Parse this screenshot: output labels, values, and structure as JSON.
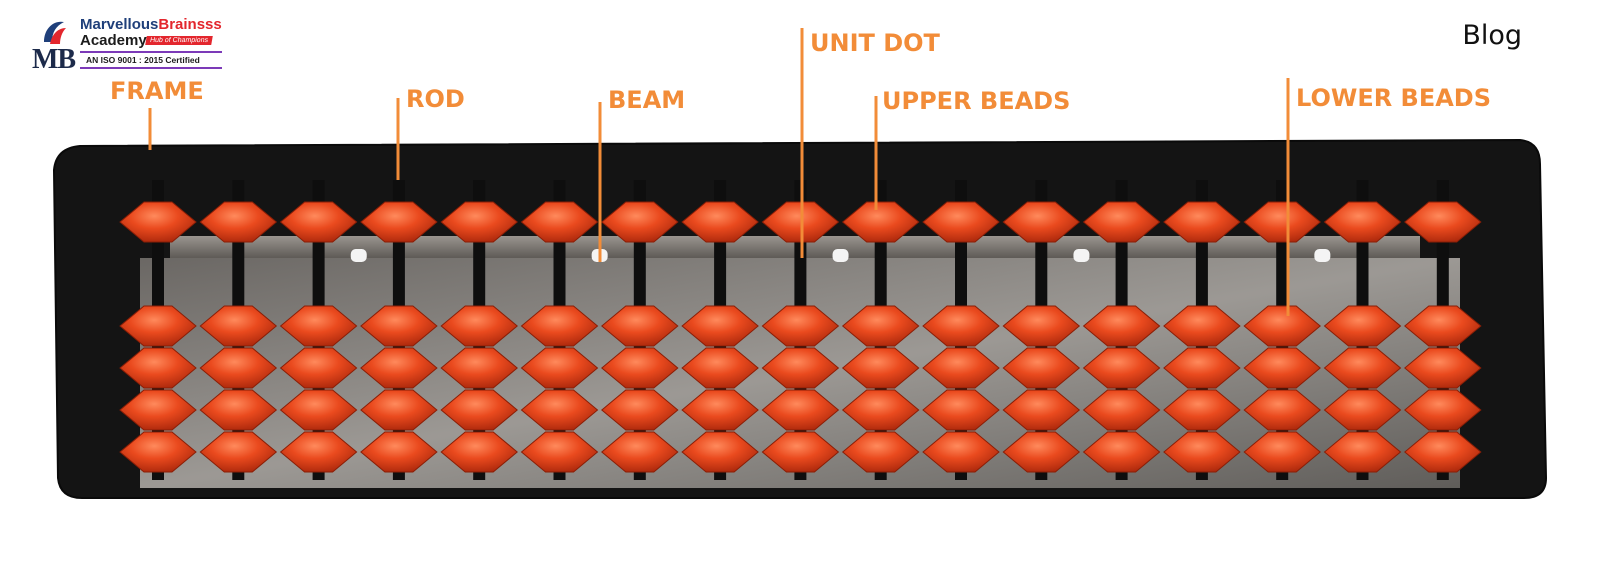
{
  "logo": {
    "brand_part1": "Marvellous",
    "brand_part2": "Brainsss",
    "brand_line2": "Academy",
    "tagline": "Hub of Champions",
    "monogram": "MB",
    "certification": "AN ISO 9001 : 2015 Certified"
  },
  "nav": {
    "blog_label": "Blog"
  },
  "colors": {
    "label": "#f28c38",
    "bead": "#e8431a",
    "frame": "#151515",
    "logo_blue": "#1f3f7a",
    "logo_red": "#e3262d"
  },
  "callouts": [
    {
      "id": "frame",
      "label": "FRAME"
    },
    {
      "id": "rod",
      "label": "ROD"
    },
    {
      "id": "beam",
      "label": "BEAM"
    },
    {
      "id": "unit-dot",
      "label": "UNIT DOT"
    },
    {
      "id": "upper-beads",
      "label": "UPPER BEADS"
    },
    {
      "id": "lower-beads",
      "label": "LOWER BEADS"
    }
  ],
  "abacus": {
    "rods": 17,
    "upper_beads_per_rod": 1,
    "lower_beads_per_rod": 4,
    "unit_dot_rods": [
      3,
      6,
      9,
      12,
      15
    ]
  }
}
